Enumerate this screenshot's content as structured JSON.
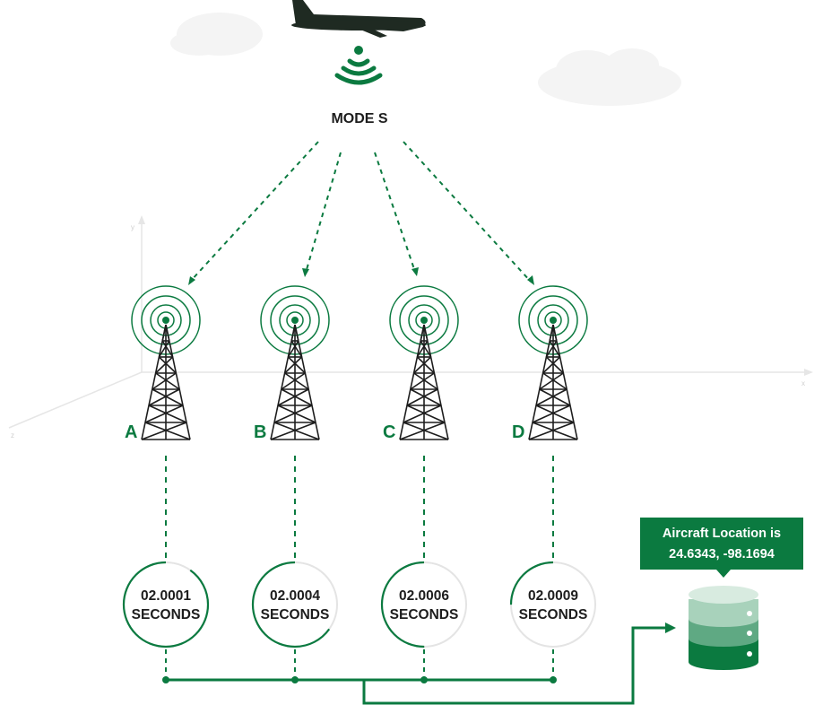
{
  "signal": {
    "label": "MODE S"
  },
  "axes": {
    "x": "x",
    "y": "y",
    "z": "z"
  },
  "towers": [
    {
      "letter": "A",
      "time": "02.0001",
      "unit": "SECONDS",
      "arc_fraction": 0.9
    },
    {
      "letter": "B",
      "time": "02.0004",
      "unit": "SECONDS",
      "arc_fraction": 0.65
    },
    {
      "letter": "C",
      "time": "02.0006",
      "unit": "SECONDS",
      "arc_fraction": 0.5
    },
    {
      "letter": "D",
      "time": "02.0009",
      "unit": "SECONDS",
      "arc_fraction": 0.25
    }
  ],
  "result": {
    "line1": "Aircraft Location is",
    "line2": "24.6343, -98.1694"
  },
  "colors": {
    "green": "#0b7a40",
    "dark": "#1d1d1d",
    "light_gray": "#e4e4e4",
    "cloud": "#f3f3f3",
    "plane": "#1f2a22"
  }
}
